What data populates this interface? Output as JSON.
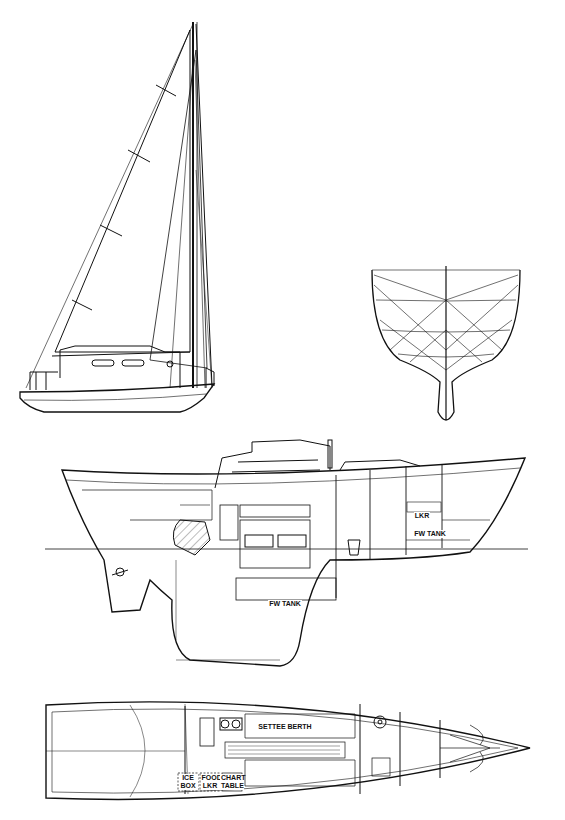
{
  "diagram": {
    "labels": [
      "LKR",
      "FW TANK",
      "FW TANK",
      "SETTEE BERTH",
      "ICE BOX",
      "FOOD LKR",
      "CHART TABLE"
    ]
  }
}
